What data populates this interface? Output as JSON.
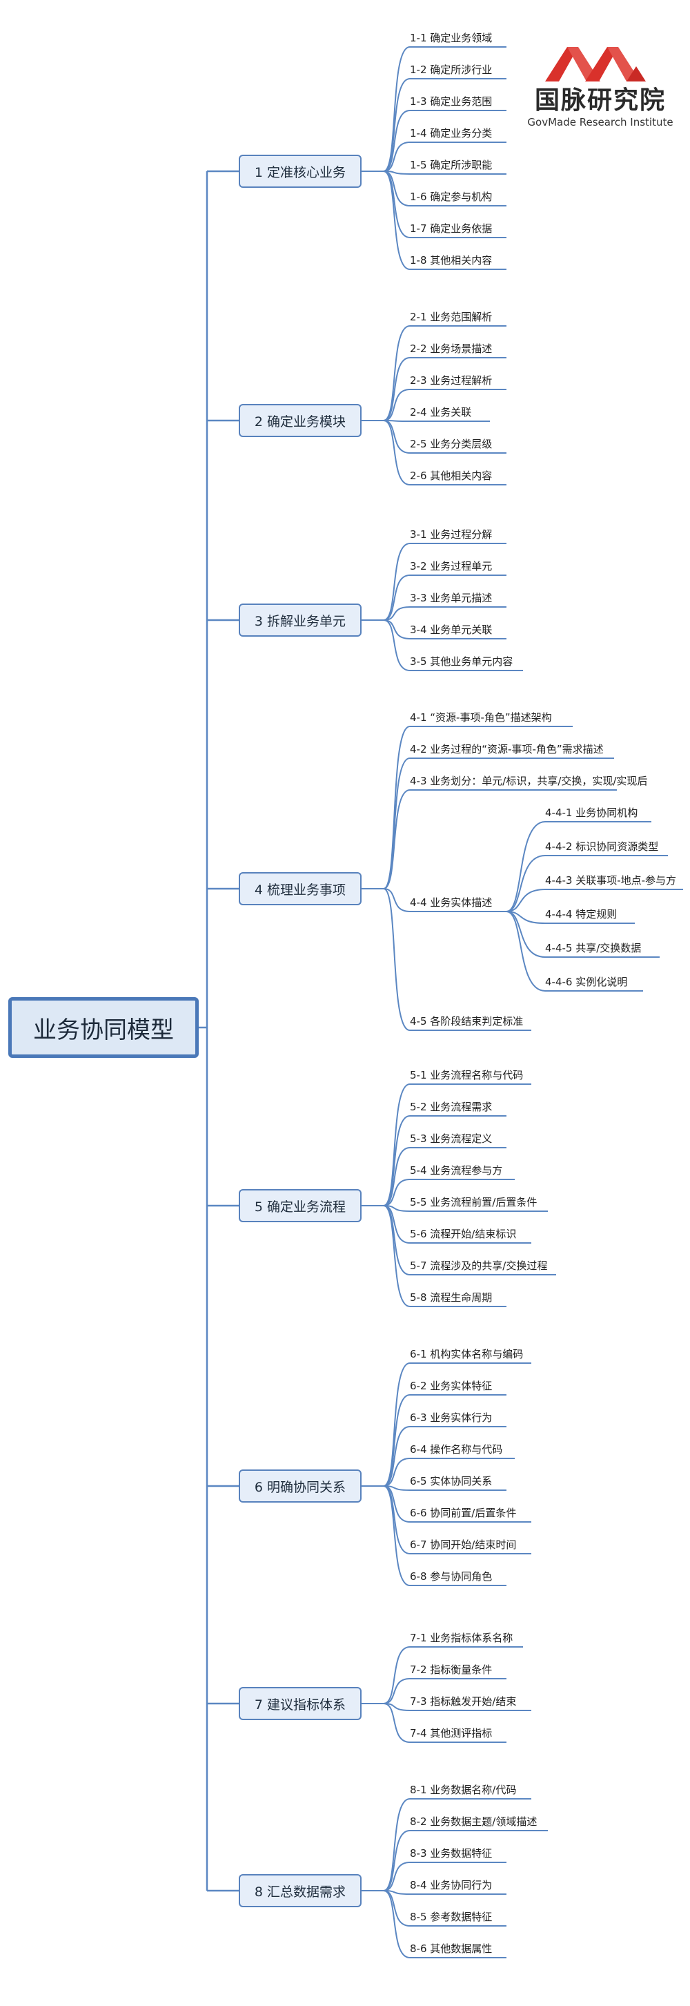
{
  "colors": {
    "line": "#5b87c2",
    "root_border": "#4a78b8",
    "root_fill": "#dde8f5",
    "branch_fill": "#e6eef9",
    "logo_red": "#d9312b"
  },
  "logo": {
    "title": "国脉研究院",
    "subtitle": "GovMade Research Institute"
  },
  "root": {
    "label": "业务协同模型"
  },
  "branches": [
    {
      "label": "1 定准核心业务",
      "children": [
        "1-1 确定业务领域",
        "1-2 确定所涉行业",
        "1-3 确定业务范围",
        "1-4 确定业务分类",
        "1-5 确定所涉职能",
        "1-6 确定参与机构",
        "1-7 确定业务依据",
        "1-8 其他相关内容"
      ]
    },
    {
      "label": "2 确定业务模块",
      "children": [
        "2-1 业务范围解析",
        "2-2 业务场景描述",
        "2-3 业务过程解析",
        "2-4 业务关联",
        "2-5 业务分类层级",
        "2-6 其他相关内容"
      ]
    },
    {
      "label": "3 拆解业务单元",
      "children": [
        "3-1 业务过程分解",
        "3-2 业务过程单元",
        "3-3 业务单元描述",
        "3-4 业务单元关联",
        "3-5 其他业务单元内容"
      ]
    },
    {
      "label": "4 梳理业务事项",
      "children": [
        "4-1 “资源-事项-角色”描述架构",
        "4-2 业务过程的“资源-事项-角色”需求描述",
        "4-3 业务划分：单元/标识，共享/交换，实现/实现后",
        "4-4 业务实体描述",
        "4-5 各阶段结束判定标准"
      ],
      "sub": [
        "4-4-1 业务协同机构",
        "4-4-2 标识协同资源类型",
        "4-4-3 关联事项-地点-参与方",
        "4-4-4 特定规则",
        "4-4-5 共享/交换数据",
        "4-4-6 实例化说明"
      ]
    },
    {
      "label": "5 确定业务流程",
      "children": [
        "5-1 业务流程名称与代码",
        "5-2 业务流程需求",
        "5-3 业务流程定义",
        "5-4 业务流程参与方",
        "5-5 业务流程前置/后置条件",
        "5-6 流程开始/结束标识",
        "5-7 流程涉及的共享/交换过程",
        "5-8 流程生命周期"
      ]
    },
    {
      "label": "6 明确协同关系",
      "children": [
        "6-1 机构实体名称与编码",
        "6-2 业务实体特征",
        "6-3 业务实体行为",
        "6-4 操作名称与代码",
        "6-5 实体协同关系",
        "6-6 协同前置/后置条件",
        "6-7 协同开始/结束时间",
        "6-8 参与协同角色"
      ]
    },
    {
      "label": "7 建议指标体系",
      "children": [
        "7-1 业务指标体系名称",
        "7-2 指标衡量条件",
        "7-3 指标触发开始/结束",
        "7-4 其他测评指标"
      ]
    },
    {
      "label": "8 汇总数据需求",
      "children": [
        "8-1 业务数据名称/代码",
        "8-2 业务数据主题/领域描述",
        "8-3 业务数据特征",
        "8-4 业务协同行为",
        "8-5 参考数据特征",
        "8-6 其他数据属性"
      ]
    }
  ]
}
